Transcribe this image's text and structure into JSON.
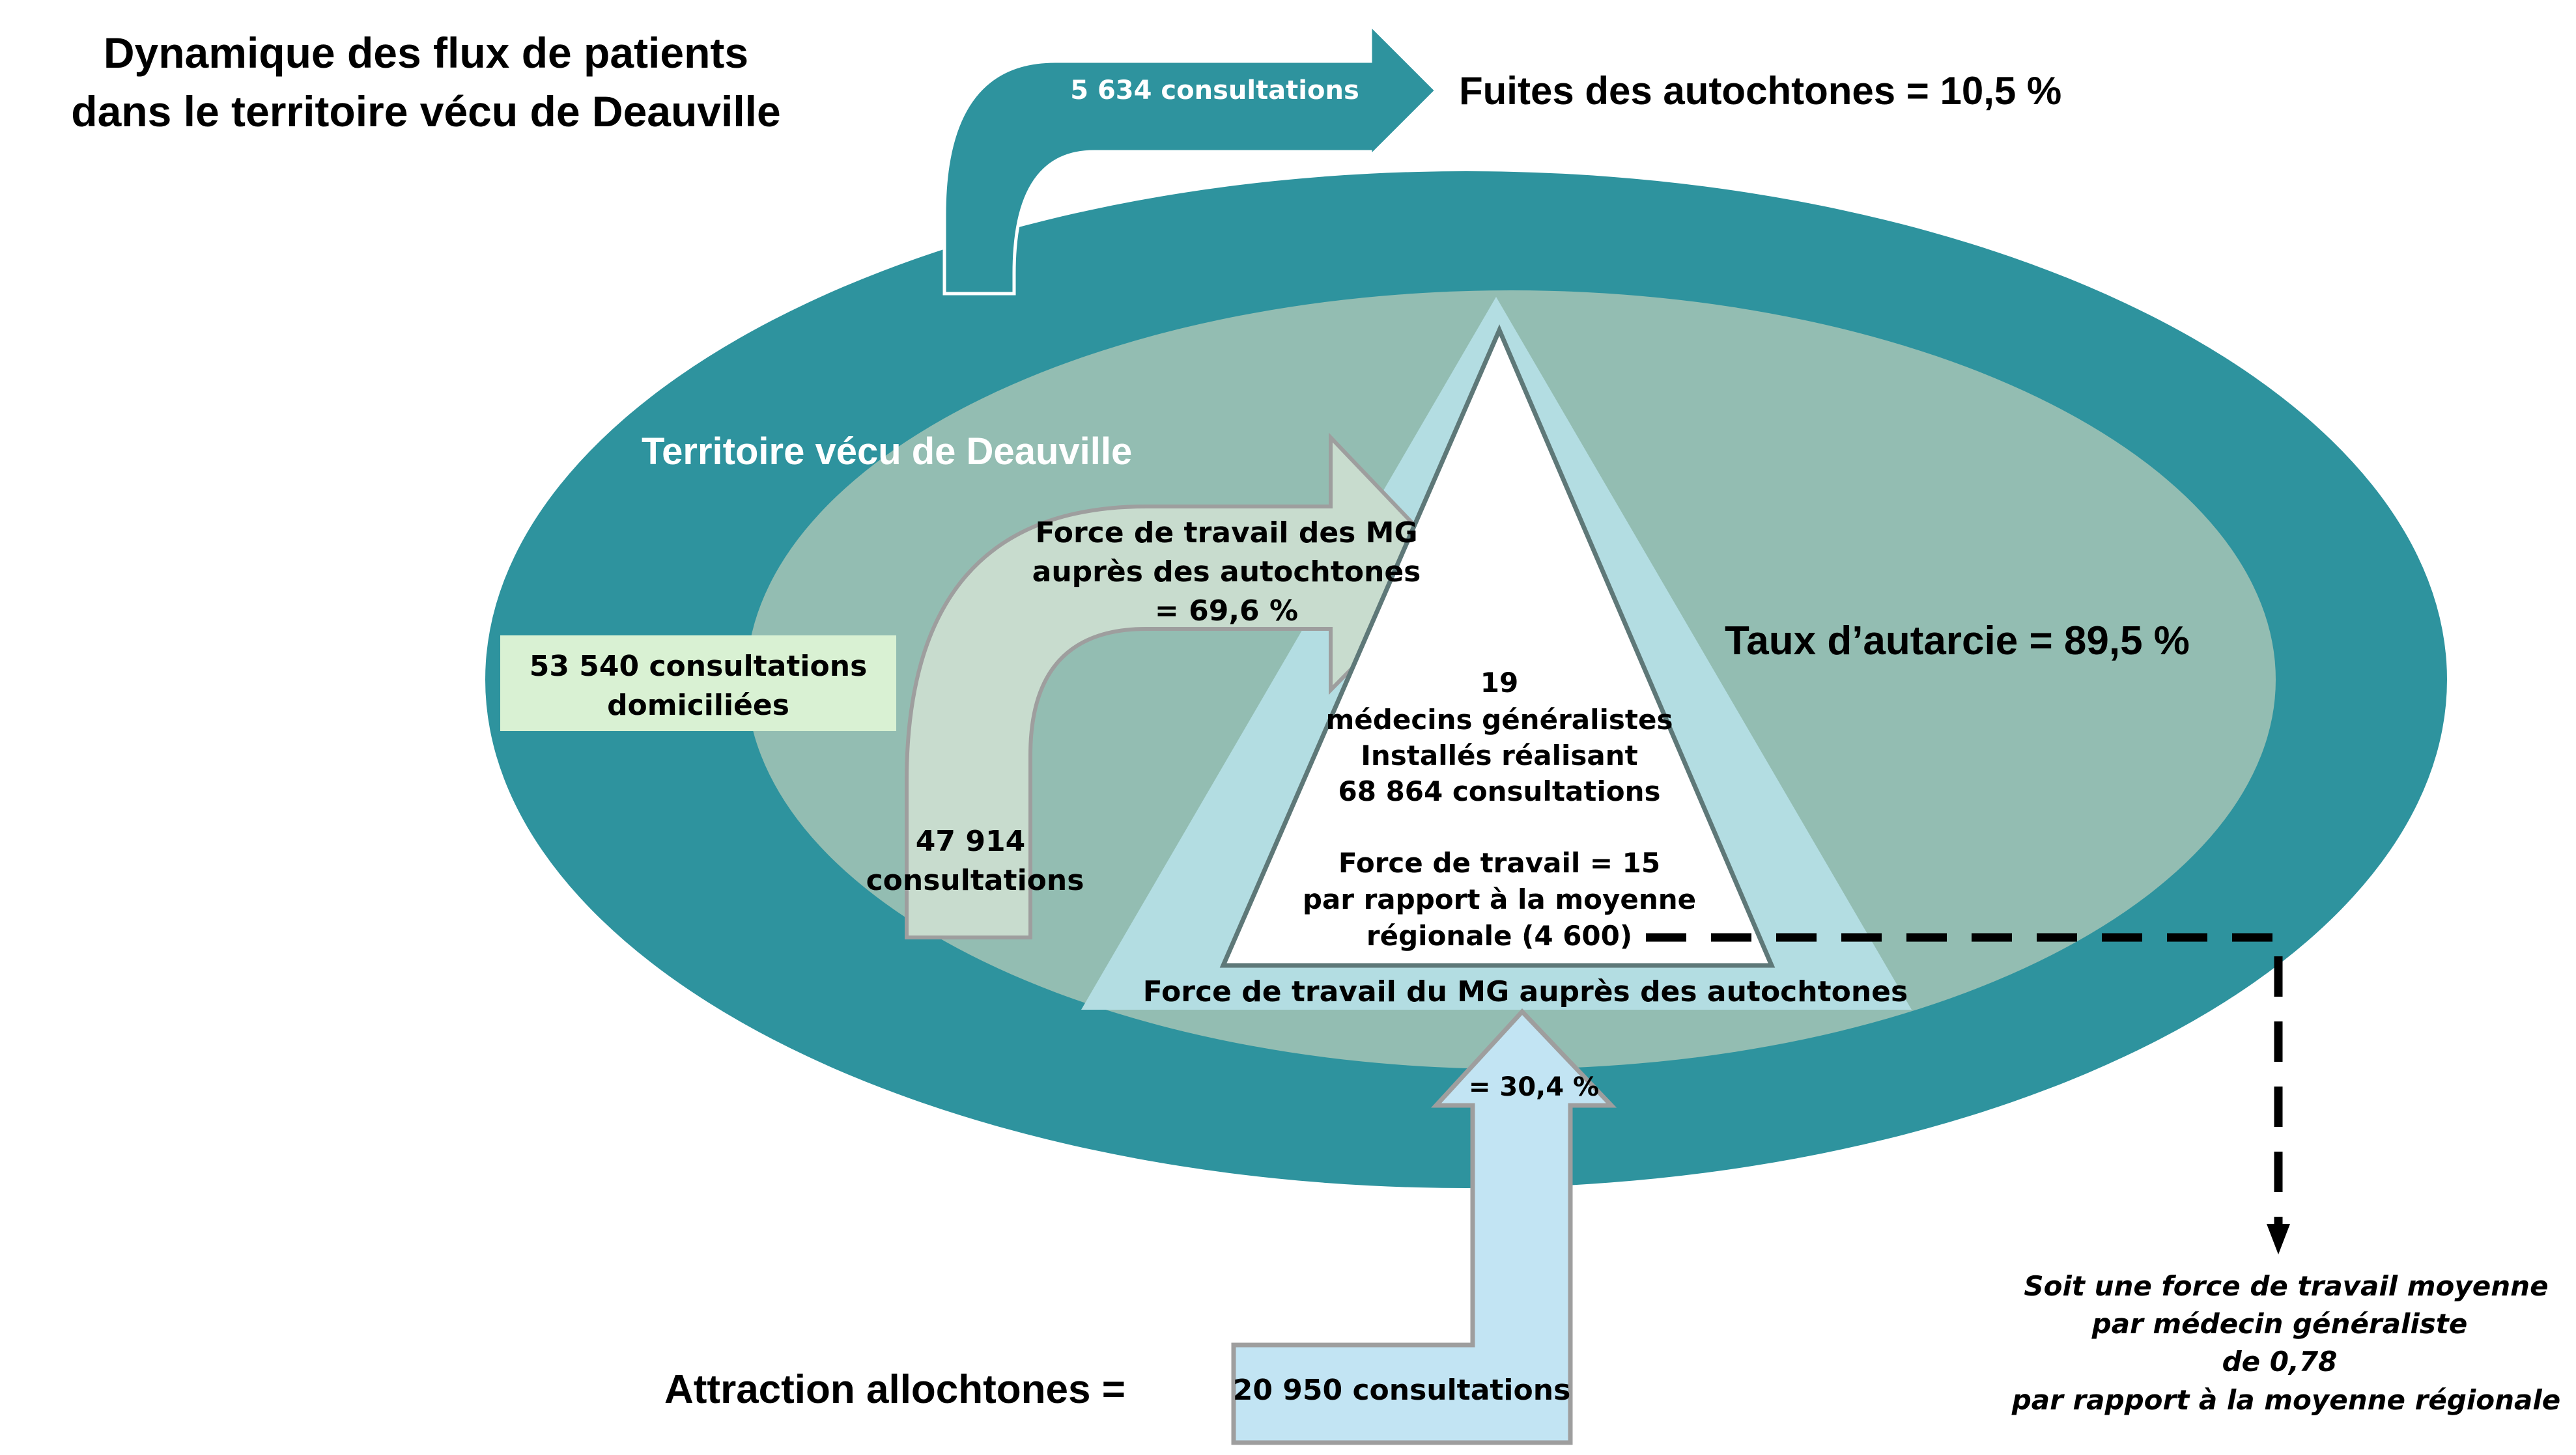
{
  "title": {
    "line1": "Dynamique des flux de patients",
    "line2": "dans le territoire vécu de Deauville"
  },
  "leak": {
    "arrow_label": "5 634 consultations",
    "label": "Fuites des autochtones = 10,5 %"
  },
  "territory": {
    "name": "Territoire vécu de Deauville",
    "autarky": "Taux d’autarcie = 89,5 %"
  },
  "resident": {
    "box_line1": "53 540 consultations",
    "box_line2": "domiciliées",
    "stem_line1": "47 914",
    "stem_line2": "consultations",
    "arrow_line1": "Force de travail des MG",
    "arrow_line2": "auprès des autochtones",
    "arrow_line3": "= 69,6 %"
  },
  "doctors": {
    "line1": "19",
    "line2": "médecins généralistes",
    "line3": "Installés réalisant",
    "line4": "68 864 consultations",
    "line5": "Force de travail = 15",
    "line6": "par rapport à la moyenne",
    "line7": "régionale (4 600)",
    "base_label": "Force de travail du MG auprès des autochtones"
  },
  "attraction": {
    "label": "Attraction allochtones =",
    "box_label": "20 950 consultations",
    "percent": "= 30,4 %"
  },
  "note": {
    "line1": "Soit une force de travail moyenne",
    "line2": "par médecin généraliste",
    "line3": "de 0,78",
    "line4": "par rapport à la moyenne régionale"
  },
  "colors": {
    "outer_ellipse": "#2E939E",
    "inner_ellipse": "#93BDB2",
    "outer_triangle": "#B3DDE2",
    "resident_arrow": "#C8DCCE",
    "resident_box": "#D9F1D3",
    "attraction_arrow": "#C2E4F3",
    "arrow_outline": "#9E9E9E"
  }
}
